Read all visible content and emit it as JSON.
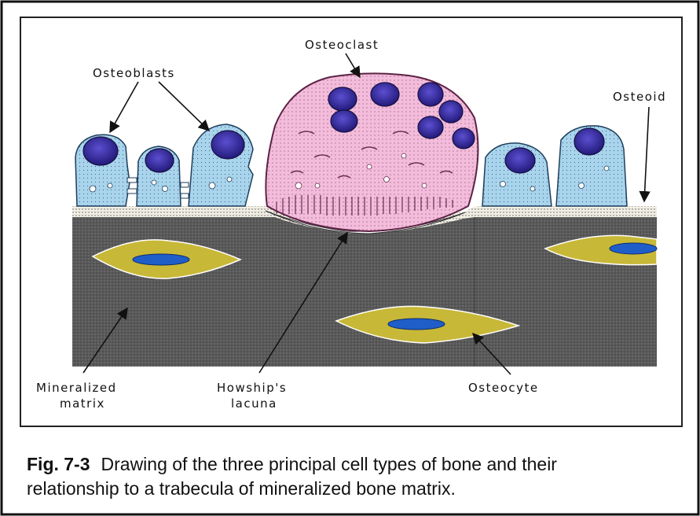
{
  "labels": {
    "osteoclast": "Osteoclast",
    "osteoblasts": "Osteoblasts",
    "osteoid": "Osteoid",
    "mineralized_line1": "Mineralized",
    "mineralized_line2": "matrix",
    "howship_line1": "Howship's",
    "howship_line2": "lacuna",
    "osteocyte": "Osteocyte"
  },
  "caption": {
    "figure_number": "Fig. 7-3",
    "line1": "Drawing of the three principal cell types of bone and their",
    "line2": "relationship to a trabecula of mineralized bone matrix."
  },
  "colors": {
    "matrix": "#5a5a5a",
    "osteoid": "#f2efe6",
    "osteoblast": "#a9d4ec",
    "osteoclast": "#f2b8d8",
    "nucleus": "#3a2f9e",
    "osteocyte_body": "#c8b838",
    "osteocyte_nucleus": "#1f5ec8"
  }
}
